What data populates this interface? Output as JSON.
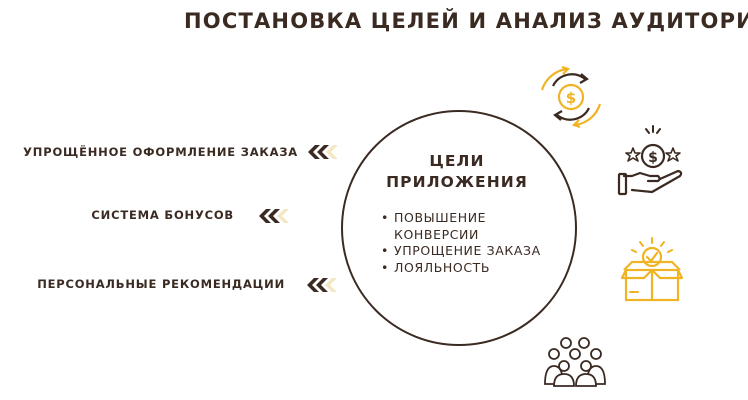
{
  "title": "ПОСТАНОВКА ЦЕЛЕЙ И АНАЛИЗ АУДИТОРИИ",
  "features": [
    "УПРОЩЁННОЕ ОФОРМЛЕНИЕ ЗАКАЗА",
    "СИСТЕМА БОНУСОВ",
    "ПЕРСОНАЛЬНЫЕ РЕКОМЕНДАЦИИ"
  ],
  "center": {
    "title_line1": "ЦЕЛИ",
    "title_line2": "ПРИЛОЖЕНИЯ",
    "items": [
      "ПОВЫШЕНИЕ КОНВЕРСИИ",
      "УПРОЩЕНИЕ ЗАКАЗА",
      "ЛОЯЛЬНОСТЬ"
    ]
  },
  "icons": [
    "money-cycle-icon",
    "hand-coin-stars-icon",
    "gift-box-check-icon",
    "people-group-icon"
  ],
  "colors": {
    "text": "#3a2a22",
    "accent_gold": "#f0b323",
    "chevron_light": "#f5e7c3"
  }
}
